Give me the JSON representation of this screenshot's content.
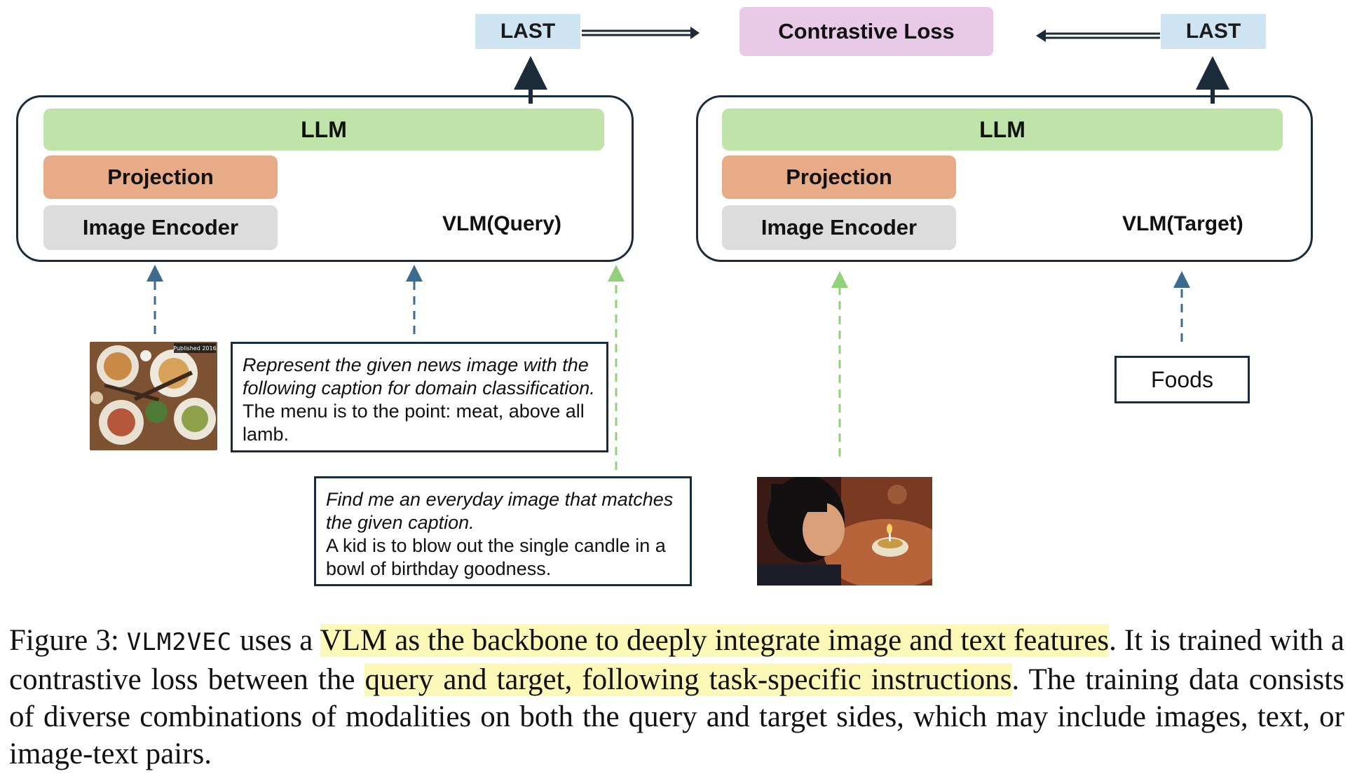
{
  "top": {
    "last_left": "LAST",
    "contrastive_loss": "Contrastive Loss",
    "last_right": "LAST"
  },
  "query_vlm": {
    "llm": "LLM",
    "projection": "Projection",
    "image_encoder": "Image Encoder",
    "label": "VLM(Query)"
  },
  "target_vlm": {
    "llm": "LLM",
    "projection": "Projection",
    "image_encoder": "Image Encoder",
    "label": "VLM(Target)"
  },
  "query_text_1": {
    "instruction": "Represent the given news image with the following caption for domain classification.",
    "content": "The menu is to the point: meat, above all lamb."
  },
  "query_text_2": {
    "instruction": "Find me an everyday image that matches the given caption.",
    "content": "A kid is to blow out the single candle in a bowl of birthday goodness."
  },
  "photo_badge": "Published 2016",
  "target_text": "Foods",
  "colors": {
    "last": "#cfe4f3",
    "loss": "#e8c9e8",
    "llm": "#bfe3a8",
    "projection": "#e8ab88",
    "encoder": "#dcdcdc",
    "arrow_blue": "#3d6b8f",
    "arrow_green": "#93d07a",
    "highlight": "#fbf8b8"
  },
  "caption": {
    "prefix": "Figure 3: ",
    "name": "VLM2VEC",
    "p1": " uses a ",
    "h1": "VLM as the backbone to deeply integrate image and text features",
    "p2": ". It is trained with a contrastive loss between the ",
    "h2": "query and target, following task-specific instructions",
    "p3": ". The training data consists of diverse combinations of modalities on both the query and target sides, which may include images, text, or image-text pairs."
  }
}
